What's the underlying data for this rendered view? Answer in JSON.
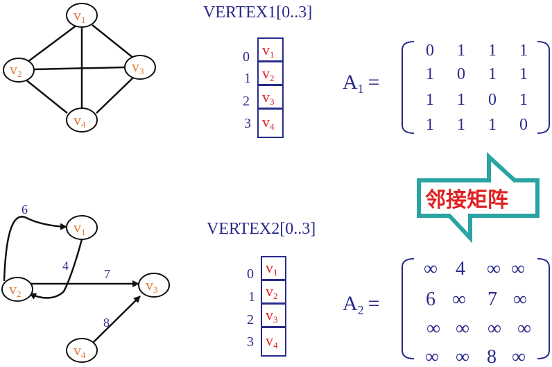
{
  "colors": {
    "vertex_text": "#e07b39",
    "array_cell_text": "#e0202a",
    "dark_blue": "#2a2a8a",
    "callout_border": "#2aa3a3",
    "callout_text": "#e02020"
  },
  "graph1": {
    "vertices": [
      {
        "id": "v1",
        "letter": "v",
        "sub": "1"
      },
      {
        "id": "v2",
        "letter": "v",
        "sub": "2"
      },
      {
        "id": "v3",
        "letter": "v",
        "sub": "3"
      },
      {
        "id": "v4",
        "letter": "v",
        "sub": "4"
      }
    ],
    "edges": [
      [
        "v1",
        "v2"
      ],
      [
        "v1",
        "v3"
      ],
      [
        "v1",
        "v4"
      ],
      [
        "v2",
        "v3"
      ],
      [
        "v2",
        "v4"
      ],
      [
        "v3",
        "v4"
      ]
    ]
  },
  "graph2": {
    "vertices": [
      {
        "id": "v1",
        "letter": "v",
        "sub": "1"
      },
      {
        "id": "v2",
        "letter": "v",
        "sub": "2"
      },
      {
        "id": "v3",
        "letter": "v",
        "sub": "3"
      },
      {
        "id": "v4",
        "letter": "v",
        "sub": "4"
      }
    ],
    "edges": [
      {
        "from": "v2",
        "to": "v1",
        "weight": "6"
      },
      {
        "from": "v1",
        "to": "v2",
        "weight": "4"
      },
      {
        "from": "v2",
        "to": "v3",
        "weight": "7"
      },
      {
        "from": "v4",
        "to": "v3",
        "weight": "8"
      }
    ]
  },
  "vertex1": {
    "title": "VERTEX1[0..3]",
    "indices": [
      "0",
      "1",
      "2",
      "3"
    ],
    "cells": [
      {
        "letter": "v",
        "sub": "1"
      },
      {
        "letter": "v",
        "sub": "2"
      },
      {
        "letter": "v",
        "sub": "3"
      },
      {
        "letter": "v",
        "sub": "4"
      }
    ]
  },
  "vertex2": {
    "title": "VERTEX2[0..3]",
    "indices": [
      "0",
      "1",
      "2",
      "3"
    ],
    "cells": [
      {
        "letter": "v",
        "sub": "1"
      },
      {
        "letter": "v",
        "sub": "2"
      },
      {
        "letter": "v",
        "sub": "3"
      },
      {
        "letter": "v",
        "sub": "4"
      }
    ]
  },
  "matrix1": {
    "name": "A",
    "sub": "1",
    "eq": "=",
    "rows": [
      [
        "0",
        "1",
        "1",
        "1"
      ],
      [
        "1",
        "0",
        "1",
        "1"
      ],
      [
        "1",
        "1",
        "0",
        "1"
      ],
      [
        "1",
        "1",
        "1",
        "0"
      ]
    ]
  },
  "matrix2": {
    "name": "A",
    "sub": "2",
    "eq": "=",
    "rows": [
      [
        "∞",
        "4",
        "∞",
        "∞"
      ],
      [
        "6",
        "∞",
        "7",
        "∞"
      ],
      [
        "∞",
        "∞",
        "∞",
        "∞"
      ],
      [
        "∞",
        "∞",
        "8",
        "∞"
      ]
    ]
  },
  "callout": {
    "text": "邻接矩阵"
  }
}
